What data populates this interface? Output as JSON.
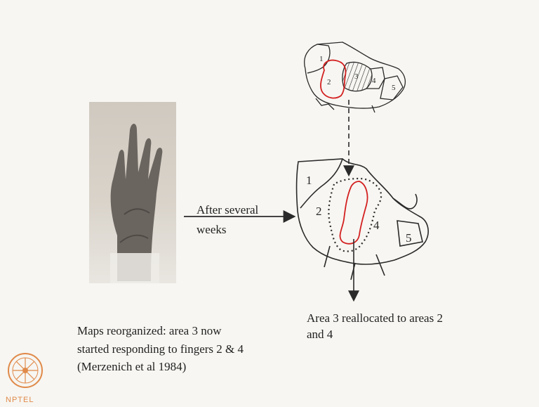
{
  "diagram": {
    "arrow_label": [
      "After several",
      "weeks"
    ],
    "caption_right": [
      "Area 3 reallocated to areas 2",
      "and 4"
    ],
    "caption_left": [
      "Maps reorganized: area 3 now",
      "started responding to fingers 2 & 4",
      "(Merzenich et al 1984)"
    ],
    "top_map_labels": [
      "1",
      "2",
      "3",
      "4",
      "5"
    ],
    "bottom_map_labels": [
      "1",
      "2",
      "4",
      "5"
    ]
  },
  "logo": {
    "text": "NPTEL"
  },
  "colors": {
    "highlight": "#d32020",
    "ink": "#2a2a2a",
    "logo": "#e08a4a"
  }
}
